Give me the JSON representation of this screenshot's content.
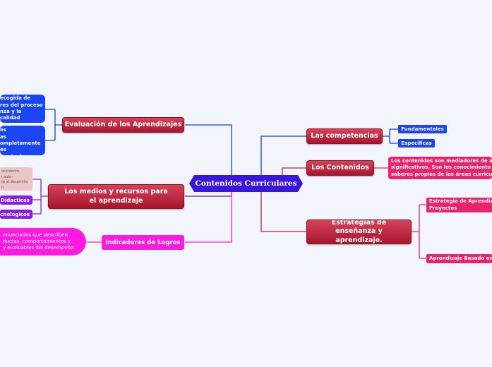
{
  "central": "Contenidos Curriculares",
  "left_branches": {
    "evaluacion": "Evaluación de los Aprendizajes",
    "medios": "Los medios y recursos para el aprendizaje",
    "indicadores": "Indicadores de Logros"
  },
  "right_branches": {
    "competencias": "Las competencias",
    "contenidos": "Los Contenidos",
    "estrategias": "Estrategias de enseñanza y aprendizaje."
  },
  "leaves": {
    "eval_note_1": "ecogida de\nres del proceso\nnza y la calidad",
    "eval_note_2": "ompetencias es\nas\nompletamente\nes curriculares.",
    "medios_note": "ocimiento,\nl auto-\nte al desarrollo\nn",
    "didacticos": "Didacticos",
    "tecnologicos": "ecnologicos",
    "indicadores_note": "enunciados que describen\nductas, comportamientos y\ny evaluables del desempeño",
    "fundamentales": "Fundamentales",
    "especificas": "Especificas",
    "contenidos_note": "Los contenidos son mediadores de a\nsignificativos. Son los conocimiento\nsaberes propios de las áreas curricu",
    "estrategia_proyectos": "Estrategia de Aprendiz\nProyectos",
    "aprendizaje_basado": "Aprendizaje Basado en"
  },
  "colors": {
    "background": "#f3f5fd",
    "blue": "#1a45f0",
    "red": "#b82039",
    "pink": "#e8246a",
    "purple": "#8a1ee0",
    "magenta": "#ff1adf",
    "central": "#3a16d8"
  }
}
